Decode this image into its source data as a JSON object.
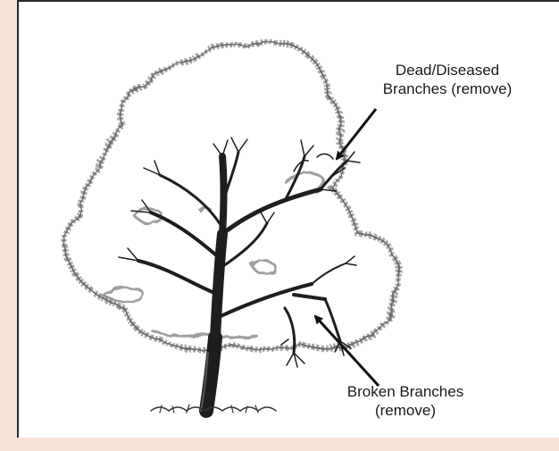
{
  "labels": {
    "dead": {
      "line1": "Dead/Diseased",
      "line2": "Branches (remove)"
    },
    "broken": {
      "line1": "Broken Branches",
      "line2": "(remove)"
    }
  },
  "colors": {
    "page_background": "#f8e3d8",
    "canvas": "#ffffff",
    "ink": "#1a1a1a",
    "canopy_outline": "#7a7a7a"
  }
}
